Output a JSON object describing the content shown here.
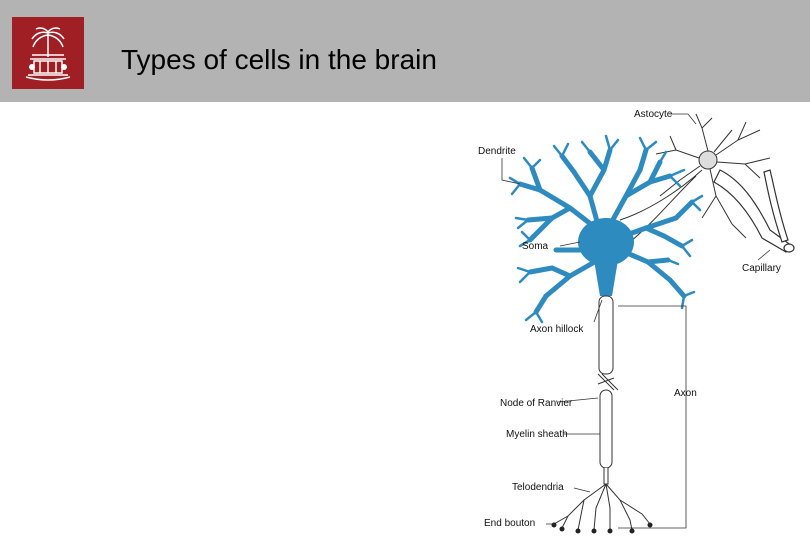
{
  "header": {
    "title": "Types of cells in the brain",
    "background_color": "#b3b3b3",
    "logo": {
      "name": "university-seal",
      "color": "#a01f24"
    }
  },
  "diagram": {
    "labels": {
      "astrocyte": "Astocyte",
      "dendrite": "Dendrite",
      "soma": "Soma",
      "capillary": "Capillary",
      "axon_hillock": "Axon hillock",
      "axon": "Axon",
      "node_of_ranvier": "Node of Ranvier",
      "myelin_sheath": "Myelin sheath",
      "telodendria": "Telodendria",
      "end_bouton": "End bouton"
    },
    "neuron_color": "#2e8bc0"
  }
}
